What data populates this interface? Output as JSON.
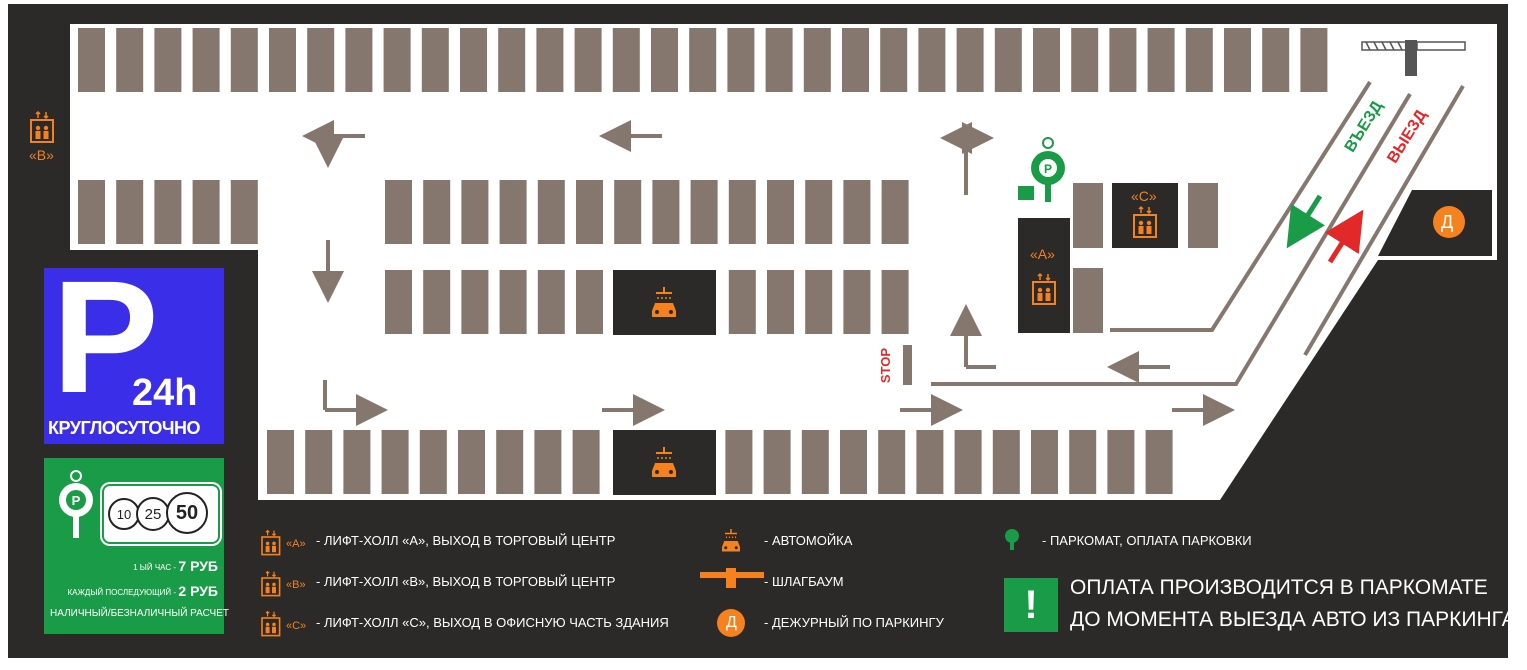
{
  "map": {
    "entry_label": "ВЪЕЗД",
    "exit_label": "ВЫЕЗД",
    "stop_label": "STOP",
    "duty_icon_letter": "Д",
    "elevator_a_label": "«А»",
    "elevator_b_label": "«В»",
    "elevator_c_label": "«С»",
    "colors": {
      "road": "#ffffff",
      "background": "#2b2a28",
      "slot": "#85766e",
      "accent": "#f5821f",
      "entry": "#1a9b47",
      "exit": "#e22828"
    }
  },
  "parking_sign": {
    "letter": "P",
    "hours": "24h",
    "caption": "КРУГЛОСУТОЧНО",
    "color": "#3b2ee8"
  },
  "tariff": {
    "coins": [
      "10",
      "25",
      "50"
    ],
    "first_hour_label": "1 ЫЙ ЧАС -",
    "first_hour_price": "7 РУБ",
    "each_next_label": "КАЖДЫЙ ПОСЛЕДУЮЩИЙ -",
    "each_next_price": "2 РУБ",
    "payment_types": "НАЛИЧНЫЙ/БЕЗНАЛИЧНЫЙ РАСЧЕТ",
    "color": "#1a9b47"
  },
  "legend": {
    "lift_a": "- ЛИФТ-ХОЛЛ «А», ВЫХОД В ТОРГОВЫЙ ЦЕНТР",
    "lift_b": "- ЛИФТ-ХОЛЛ «В», ВЫХОД В ТОРГОВЫЙ ЦЕНТР",
    "lift_c": "- ЛИФТ-ХОЛЛ «С», ВЫХОД В ОФИСНУЮ ЧАСТЬ ЗДАНИЯ",
    "car_wash": "- АВТОМОЙКА",
    "barrier": "- ШЛАГБАУМ",
    "duty": "- ДЕЖУРНЫЙ ПО ПАРКИНГУ",
    "parking_meter": "- ПАРКОМАТ, ОПЛАТА ПАРКОВКИ",
    "icon_a": "«А»",
    "icon_b": "«В»",
    "icon_c": "«С»",
    "icon_duty": "Д"
  },
  "notice": {
    "line1": "ОПЛАТА ПРОИЗВОДИТСЯ В ПАРКОМАТЕ",
    "line2": "ДО МОМЕНТА ВЫЕЗДА АВТО ИЗ ПАРКИНГА",
    "mark": "!"
  }
}
